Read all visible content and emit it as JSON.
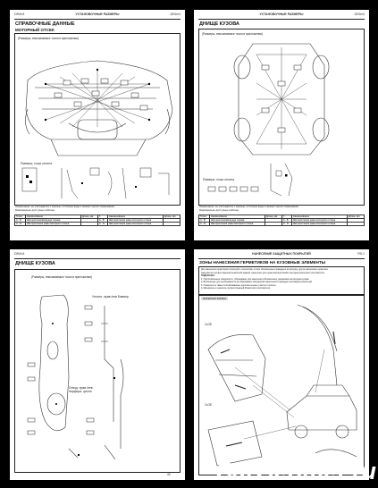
{
  "page1": {
    "header_left": "ΩRAV4",
    "header_center": "УСТАНОВОЧНЫЕ РАЗМЕРЫ",
    "header_right": "ΩRAV4",
    "title": "СПРАВОЧНЫЕ ДАННЫЕ",
    "subtitle": "МОТОРНЫЙ ОТСЕК",
    "box_caption": "(Размеры, вписываемые точки в приложении)",
    "ref_label": "Размеры, точка отсчета",
    "footnote_1": "Примечание: не учитывается с эмалью, отличием вида и нижних прочих смазывания",
    "footnote_2": "Максимально доступные таблица",
    "table_headers": [
      "Точка",
      "Наименование",
      "Длина, мм",
      "Т.",
      "Наименование",
      "Длина, мм"
    ],
    "table_rows": [
      [
        "A - B",
        "Шаг креплениявпереди справа",
        "",
        "A - B",
        "Шаг крепления рамы моторного отсека",
        ""
      ],
      [
        "C - D",
        "Шаг крепления рамы моторного отсека",
        "",
        "C - D",
        "Шаг крепления рамы моторного отсека",
        ""
      ]
    ]
  },
  "page2": {
    "header_center": "УСТАНОВОЧНЫЕ РАЗМЕРЫ",
    "header_right": "ΩRAV4",
    "title": "ДНИЩЕ КУЗОВА",
    "box_caption": "(Размеры, вписываемые точки в приложении)",
    "ref_label": "Размеры, точка отсчета",
    "footnote_1": "Примечание: не учитывается с эмалью, отличием вида и нижних прочих смазывания",
    "footnote_2": "Максимально доступные таблица",
    "table_headers": [
      "Точка",
      "Наименование",
      "Длина, мм",
      "Т.",
      "Наименование",
      "Длина, мм"
    ],
    "table_rows": [
      [
        "A - B",
        "Шаг креплениявпереди справа",
        "",
        "A - B",
        "Шаг крепления рамы моторного отсека",
        ""
      ],
      [
        "C - D",
        "Шаг крепления рамы моторного отсека",
        "",
        "C - D",
        "Шаг крепления рамы моторного отсека",
        ""
      ]
    ]
  },
  "page3": {
    "header_left": "ΩRAV4",
    "title": "ДНИЩЕ КУЗОВА",
    "box_caption": "(Размеры, вписываемые точки в приложении)",
    "label_top": "Уплотн. прав./лев Бампер",
    "label_bottom": "Отвод. прав./лев. перфора- ционн",
    "page_no": "43"
  },
  "page4": {
    "header_center": "НАНЕСЕНИЕ ЗАЩИТНЫХ ПОКРЫТИЙ",
    "header_right": "РВ-1",
    "title": "ЗОНЫ НАНЕСЕНИЯ ГЕРМЕТИКОВ НА КУЗОВНЫЕ ЭЛЕМЕНТЫ",
    "note_lines": [
      "Для нанесения герметиков используйте технологию, в зоне обозначенных приведено на рисунке, другие материалы герметика",
      "заменяются соответствующей ремонтной маркой, нанесение для герметика выполняйте методом ремонтного изготовителя.",
      "ПОДСКАЗКА:",
      "1. Подготовленные поверхности, образование при нанесении обозначенных указаниями на рисунках кузова.",
      "2. Выполнение для необходимости на образование материалов нанесенного приведено на каждом ремонтный.",
      "3. Поверхность также изготавливаемые дополнительные участки и полосы.",
      "4. Материалы и герметик соответствующей Ремонтного изготовителя."
    ],
    "legend": "МАТЕРИАЛ БЛИЖН",
    "label_1": "1LGE",
    "label_2": "1LGE"
  },
  "watermark": "CarGeomet.ru"
}
